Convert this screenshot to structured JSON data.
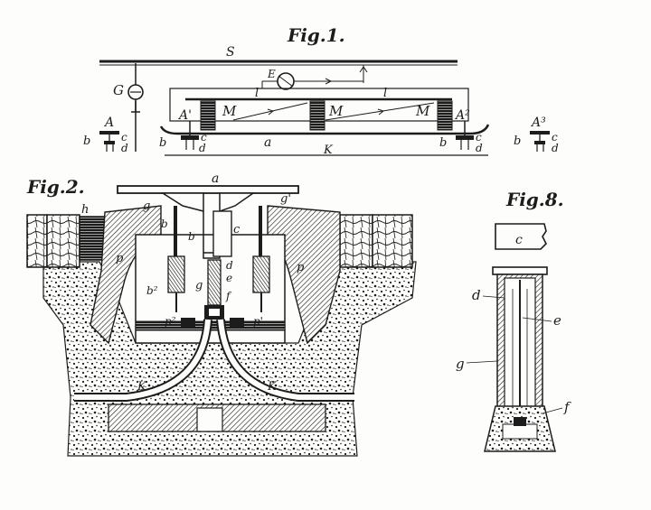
{
  "figures": {
    "fig1": {
      "title": "Fig.1.",
      "labels": {
        "S": "S",
        "E": "E",
        "G": "G",
        "l_left": "l",
        "l_right": "l",
        "A_left": "A",
        "A1": "A'",
        "A2": "A²",
        "A3": "A³",
        "M1": "M",
        "M2": "M",
        "M3": "M",
        "a": "a",
        "K": "K",
        "b1": "b",
        "c1": "c",
        "d1": "d",
        "b2": "b",
        "c2": "c",
        "d2": "d",
        "b3": "b",
        "c3": "c",
        "d3": "d",
        "b4": "b",
        "c4": "c",
        "d4": "d"
      }
    },
    "fig2": {
      "title": "Fig.2.",
      "labels": {
        "a": "a",
        "g_left": "g",
        "g_right": "g'",
        "h": "h",
        "b_top": "b",
        "b_mid": "b",
        "c": "c",
        "d": "d",
        "e": "e",
        "f": "f",
        "p_left": "p",
        "p_right": "p",
        "b2": "b²",
        "g_low": "g",
        "p2": "p²",
        "p1": "p'",
        "K_left": "K",
        "K_right": "K"
      }
    },
    "fig8": {
      "title": "Fig.8.",
      "labels": {
        "c": "c",
        "d": "d",
        "e": "e",
        "g": "g",
        "f": "f"
      }
    }
  },
  "colors": {
    "ink": "#1c1c1c",
    "paper": "#fdfdfb"
  }
}
